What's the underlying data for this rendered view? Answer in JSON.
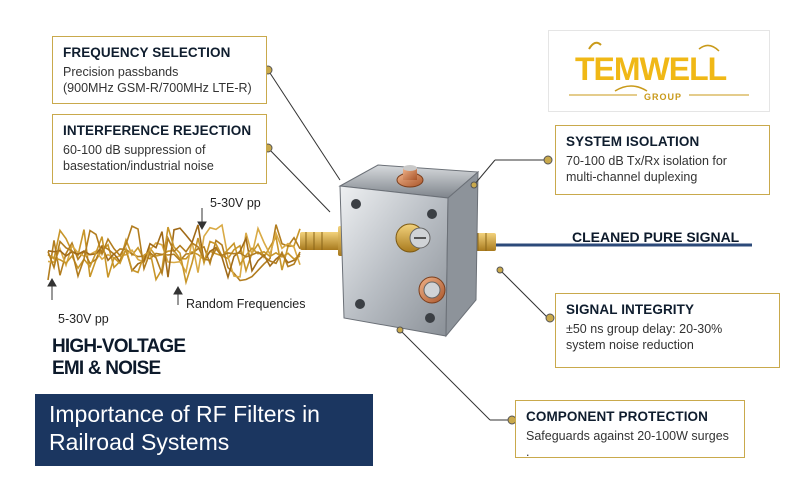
{
  "logo": {
    "brand": "TEMWELL",
    "group": "GROUP"
  },
  "callouts": {
    "frequency_selection": {
      "title": "FREQUENCY SELECTION",
      "line1": "Precision passbands",
      "line2": "(900MHz GSM-R/700MHz LTE-R)"
    },
    "interference_rejection": {
      "title": "INTERFERENCE REJECTION",
      "line1": "60-100 dB suppression of",
      "line2": "basestation/industrial noise"
    },
    "system_isolation": {
      "title": "SYSTEM ISOLATION",
      "line1": "70-100 dB Tx/Rx isolation for",
      "line2": "multi-channel duplexing"
    },
    "signal_integrity": {
      "title": "SIGNAL INTEGRITY",
      "line1": "±50 ns group delay: 20-30%",
      "line2": "system noise reduction"
    },
    "component_protection": {
      "title": "COMPONENT PROTECTION",
      "line1": "Safeguards against 20-100W surges ."
    }
  },
  "labels": {
    "voltage_top": "5-30V pp",
    "voltage_left": "5-30V pp",
    "random_frequencies": "Random Frequencies",
    "cleaned_signal": "CLEANED PURE SIGNAL",
    "emi_line1": "HIGH-VOLTAGE",
    "emi_line2": "EMI & NOISE"
  },
  "banner": {
    "line1": "Importance of RF Filters in",
    "line2": "Railroad Systems"
  },
  "colors": {
    "gold": "#c9a94c",
    "navy": "#1b3660",
    "noise": "#c8962a",
    "signal_line": "#2c4a7a"
  }
}
